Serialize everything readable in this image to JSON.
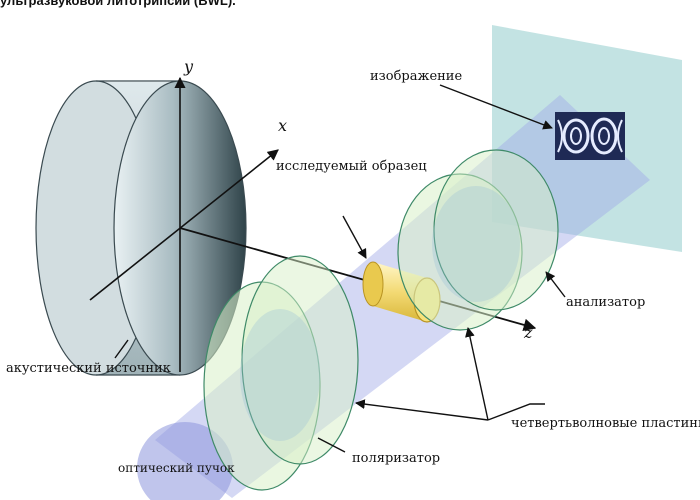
{
  "caption": "ультразвуковой литотрипсии (BWL).",
  "labels": {
    "y_axis": "y",
    "x_axis": "x",
    "z_axis": "z",
    "image": "изображение",
    "sample": "исследуемый образец",
    "analyzer": "анализатор",
    "acoustic_source": "акустический источник",
    "quarter_wave_plates": "четвертьволновые пластинки",
    "optical_beam": "оптический пучок",
    "polarizer": "поляризатор"
  },
  "colors": {
    "beam": "#9fa8e6",
    "plate_fill": "#d8f0c8",
    "plate_stroke": "#3f8a68",
    "screen": "#b9dede",
    "cylinder": "#f3da74",
    "source_body": "#bcc9ce"
  }
}
